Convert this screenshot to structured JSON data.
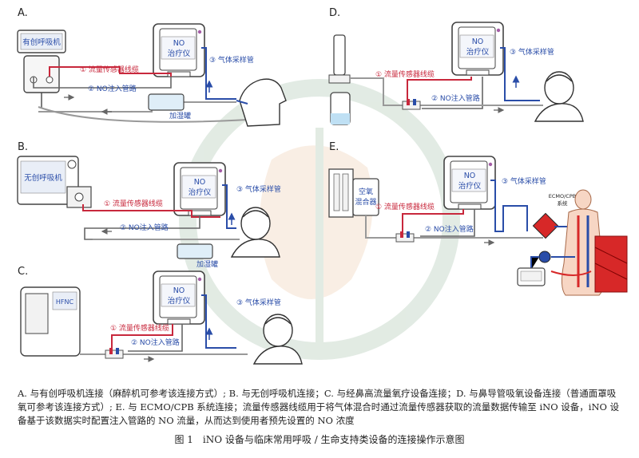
{
  "panels": {
    "a": {
      "letter": "A.",
      "device": "有创呼吸机",
      "humidifier": "加湿罐"
    },
    "b": {
      "letter": "B.",
      "device": "无创呼吸机",
      "humidifier": "加湿罐"
    },
    "c": {
      "letter": "C.",
      "device": "HFNC"
    },
    "d": {
      "letter": "D."
    },
    "e": {
      "letter": "E.",
      "mixer_line1": "空氧",
      "mixer_line2": "混合器",
      "system": "ECMO/CPB",
      "system2": "系统"
    }
  },
  "labels": {
    "no_line1": "NO",
    "no_line2": "治疗仪",
    "sensor_cable": "① 流量传感器线缆",
    "injection_tube": "② NO注入管路",
    "sampling_tube": "③ 气体采样管"
  },
  "colors": {
    "sensor_cable": "#c8283c",
    "injection_tube": "#5a5a5a",
    "sampling_tube": "#2a4da8",
    "blue_text": "#2a4da8",
    "watermark": "#d9e6dc"
  },
  "caption": {
    "text": "A. 与有创呼吸机连接（麻醉机可参考该连接方式）; B. 与无创呼吸机连接；C. 与经鼻高流量氧疗设备连接；D. 与鼻导管吸氧设备连接（普通面罩吸氧可参考该连接方式）; E. 与 ECMO/CPB 系统连接；流量传感器线缆用于将气体混合时通过流量传感器获取的流量数据传输至 iNO 设备，iNO 设备基于该数据实时配置注入管路的 NO 流量，从而达到使用者预先设置的 NO 浓度",
    "figure": "图 1　iNO 设备与临床常用呼吸 / 生命支持类设备的连接操作示意图"
  }
}
